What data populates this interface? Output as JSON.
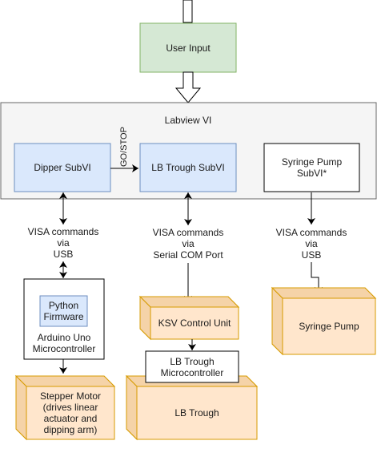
{
  "nodes": {
    "user_input": "User Input",
    "labview": "Labview VI",
    "dipper": "Dipper SubVI",
    "trough_subvi": "LB Trough SubVI",
    "syringe_subvi": [
      "Syringe Pump",
      "SubVI*"
    ],
    "python": [
      "Python",
      "Firmware"
    ],
    "arduino": [
      "Arduino Uno",
      "Microcontroller"
    ],
    "ksv": "KSV Control Unit",
    "lb_micro": [
      "LB Trough",
      "Microcontroller"
    ],
    "stepper": [
      "Stepper Motor",
      "(drives linear",
      "actuator and",
      "dipping arm)"
    ],
    "lb_trough": "LB Trough",
    "syringe_pump": "Syringe Pump"
  },
  "edges": {
    "go_stop": "GO/STOP",
    "visa_usb_left": [
      "VISA commands",
      "via",
      "USB"
    ],
    "visa_com": [
      "VISA commands",
      "via",
      "Serial COM Port"
    ],
    "visa_usb_right": [
      "VISA commands",
      "via",
      "USB"
    ]
  },
  "colors": {
    "green_fill": "#d5e8d4",
    "green_stroke": "#82b366",
    "blue_fill": "#dae8fc",
    "blue_stroke": "#6c8ebf",
    "orange_fill": "#ffe6cc",
    "orange_stroke": "#d79b00",
    "container_fill": "#f5f5f5",
    "container_stroke": "#666666"
  }
}
